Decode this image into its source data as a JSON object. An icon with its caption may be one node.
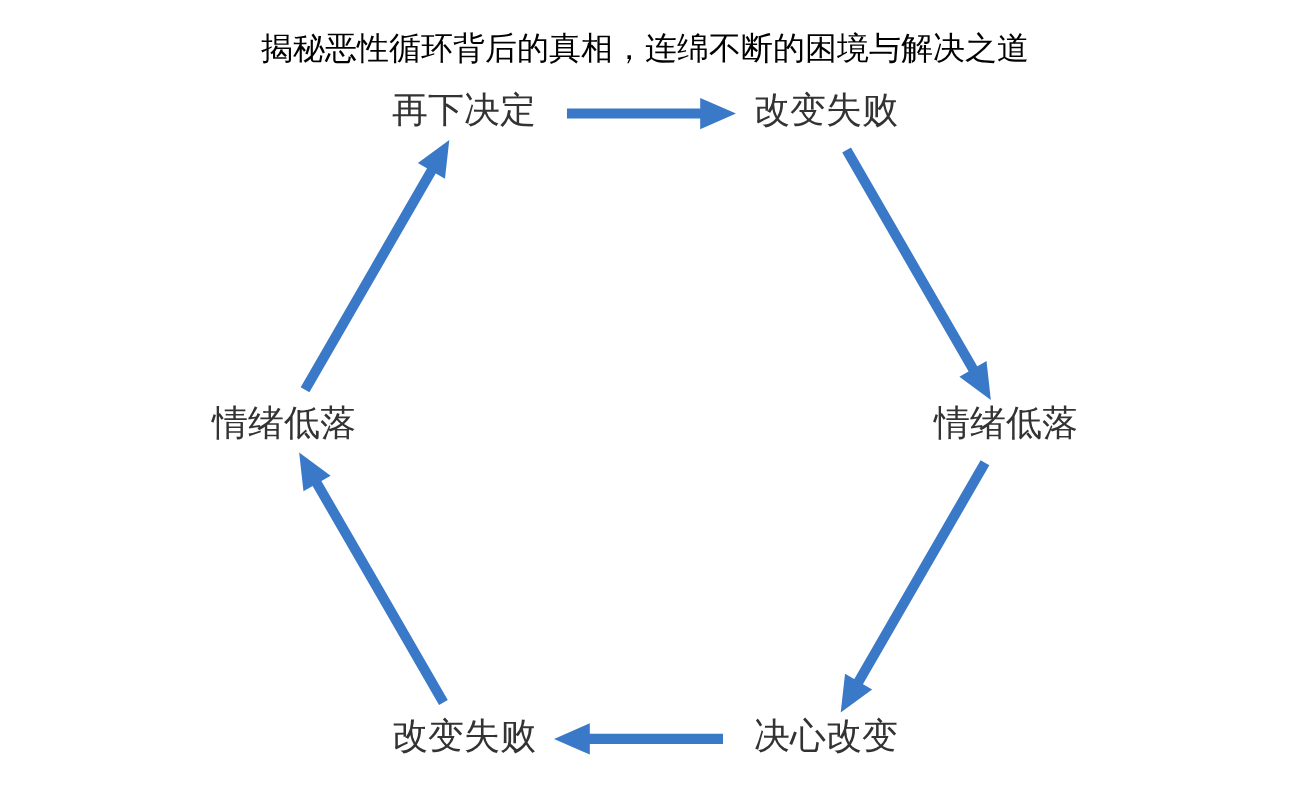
{
  "diagram": {
    "title": "揭秘恶性循环背后的真相，连绵不断的困境与解决之道",
    "nodes": [
      {
        "text": [
          "决心改变"
        ]
      },
      {
        "text": [
          "改变失败"
        ]
      },
      {
        "text": [
          "情绪低落"
        ]
      },
      {
        "text": [
          "再下决定"
        ]
      },
      {
        "text": [
          "改变失败"
        ]
      },
      {
        "text": [
          "情绪低落"
        ]
      }
    ],
    "edges": [
      {
        "from": 0,
        "to": 1,
        "arrow": "to"
      },
      {
        "from": 1,
        "to": 2,
        "arrow": "to"
      },
      {
        "from": 2,
        "to": 3,
        "arrow": "to"
      },
      {
        "from": 3,
        "to": 4,
        "arrow": "to"
      },
      {
        "from": 4,
        "to": 5,
        "arrow": "to"
      },
      {
        "from": 5,
        "to": 0,
        "arrow": "to"
      }
    ]
  }
}
